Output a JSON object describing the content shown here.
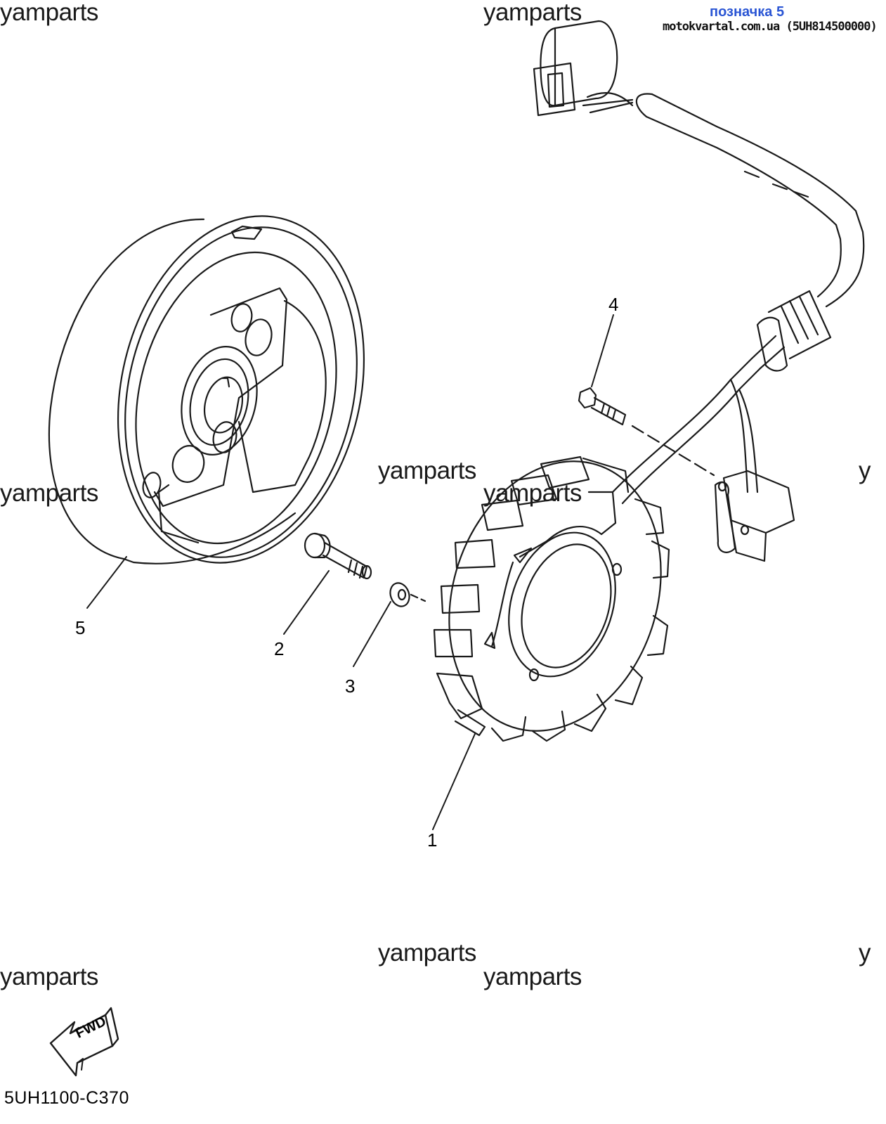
{
  "header": {
    "ref_label": "позначка 5",
    "ref_source": "motokvartal.com.ua (5UH814500000)"
  },
  "watermark_text": "yamparts",
  "watermark_partial": "y",
  "callouts": [
    "1",
    "2",
    "3",
    "4",
    "5"
  ],
  "fwd_label": "FWD",
  "diagram_code": "5UH1100-C370",
  "colors": {
    "line": "#1a1a1a",
    "ref_label": "#2a55d4"
  }
}
